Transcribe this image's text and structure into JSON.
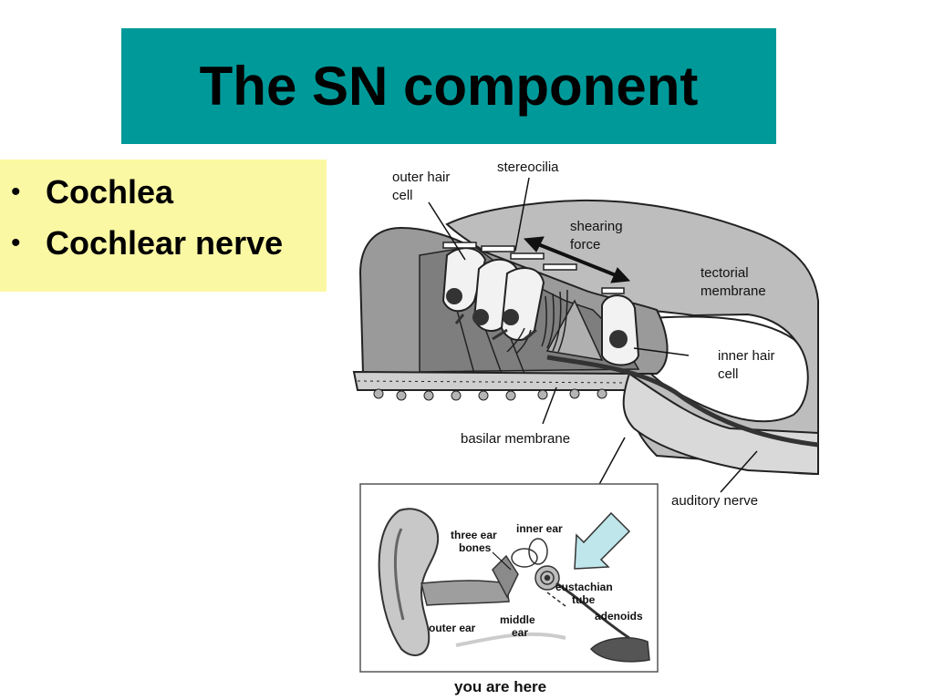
{
  "slide": {
    "title": "The SN component",
    "bullets": [
      "Cochlea",
      "Cochlear nerve"
    ],
    "colors": {
      "title_bg": "#009999",
      "bullet_bg": "#fbf8a4",
      "arrow_fill": "#bfe6ea"
    }
  },
  "diagram": {
    "labels": {
      "outer_hair_cell_1": "outer hair",
      "outer_hair_cell_2": "cell",
      "stereocilia": "stereocilia",
      "shearing_force_1": "shearing",
      "shearing_force_2": "force",
      "tectorial_1": "tectorial",
      "tectorial_2": "membrane",
      "inner_hair_cell_1": "inner hair",
      "inner_hair_cell_2": "cell",
      "basilar_membrane": "basilar membrane",
      "auditory_nerve": "auditory nerve"
    },
    "inset": {
      "inner_ear": "inner ear",
      "three_ear_bones_1": "three ear",
      "three_ear_bones_2": "bones",
      "eustachian_1": "eustachian",
      "eustachian_2": "tube",
      "adenoids": "adenoids",
      "middle_ear_1": "middle",
      "middle_ear_2": "ear",
      "outer_ear": "outer ear",
      "caption": "you are here"
    }
  }
}
